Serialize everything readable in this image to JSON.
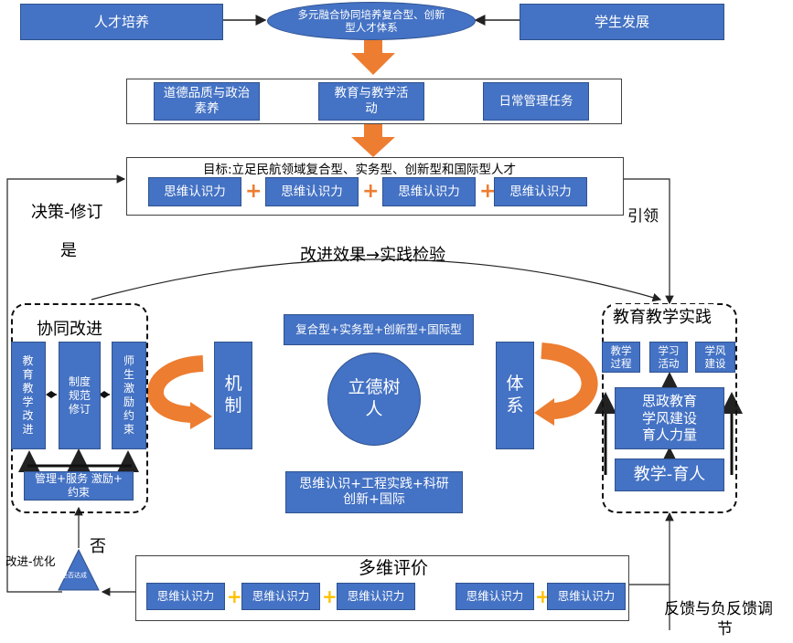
{
  "top": {
    "left_box": "人才培养",
    "center_ellipse_line1": "多元融合协同培养复合型、创新",
    "center_ellipse_line2": "型人才体系",
    "right_box": "学生发展"
  },
  "row2": {
    "item1_line1": "道德品质与政治",
    "item1_line2": "素养",
    "item2_line1": "教育与教学活",
    "item2_line2": "动",
    "item3": "日常管理任务"
  },
  "goal": {
    "title": "目标:立足民航领域复合型、实务型、创新型和国际型人才",
    "items": [
      "思维认识力",
      "思维认识力",
      "思维认识力",
      "思维认识力"
    ]
  },
  "side_labels": {
    "decision": "决策-修订",
    "yes": "是",
    "lead": "引领",
    "improve_effect": "改进效果→实践检验",
    "no": "否",
    "improve_optimize": "改进-优化",
    "feedback_line1": "反馈与负反馈调",
    "feedback_line2": "节"
  },
  "left_panel": {
    "title": "协同改进",
    "col1": "教育教学改进",
    "col2_line1": "制度",
    "col2_line2": "规范",
    "col2_line3": "修订",
    "col3": "师生激励约束",
    "bottom_line1": "管理+服务 激励+",
    "bottom_line2": "约束"
  },
  "center": {
    "mechanism": "机制",
    "system": "体系",
    "circle_line1": "立德树",
    "circle_line2": "人",
    "top_box": "复合型+实务型+创新型+国际型",
    "bottom_box_line1": "思维认识+工程实践+科研",
    "bottom_box_line2": "创新+国际"
  },
  "right_panel": {
    "title": "教育教学实践",
    "small1_line1": "教学",
    "small1_line2": "过程",
    "small2_line1": "学习",
    "small2_line2": "活动",
    "small3_line1": "学风",
    "small3_line2": "建设",
    "mid_line1": "思政教育",
    "mid_line2": "学风建设",
    "mid_line3": "育人力量",
    "bottom": "教学-育人"
  },
  "eval": {
    "title": "多维评价",
    "items": [
      "思维认识力",
      "思维认识力",
      "思维认识力",
      "思维认识力",
      "思维认识力"
    ],
    "triangle": "是否达成"
  }
}
